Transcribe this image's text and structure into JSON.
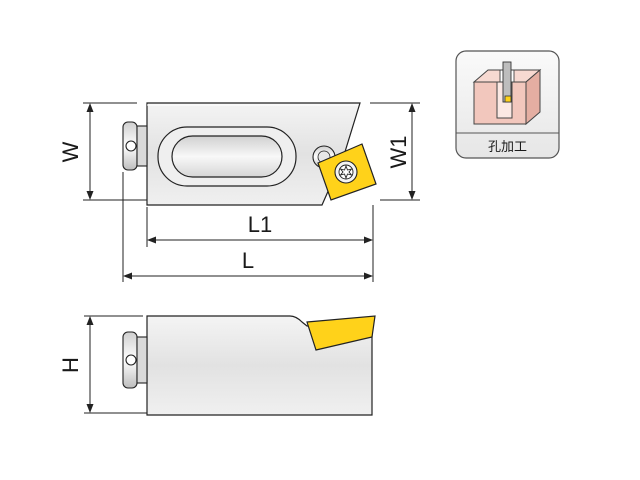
{
  "dimensions": {
    "w": "W",
    "w1": "W1",
    "l1": "L1",
    "l": "L",
    "h": "H"
  },
  "badge": {
    "label": "孔加工"
  },
  "colors": {
    "insert": "#ffd21a",
    "body_fill": "#e9e9e9",
    "badge_part": "#f2c7bd"
  }
}
